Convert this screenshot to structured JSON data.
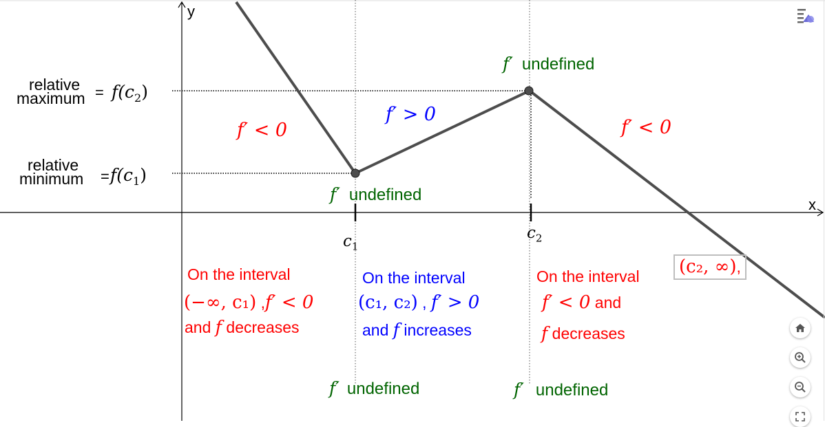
{
  "axes": {
    "x_label": "x",
    "y_label": "y"
  },
  "ticks": {
    "c1": "c",
    "c1_sub": "1",
    "c2": "c",
    "c2_sub": "2"
  },
  "left_labels": {
    "max_line1": "relative",
    "max_line2": "maximum",
    "max_eq": "=",
    "max_func": "f(c",
    "max_sub": "2",
    "max_close": ")",
    "min_line1": "relative",
    "min_line2": "minimum",
    "min_eq": "=",
    "min_func": "f(c",
    "min_sub": "1",
    "min_close": ")"
  },
  "derivative_labels": {
    "left": "f′ < 0",
    "middle": "f′ > 0",
    "right": "f′ < 0"
  },
  "undefined_labels": {
    "fprime": "f′",
    "text": "undefined"
  },
  "intervals": {
    "left": {
      "line1": "On the interval",
      "interval": "(−∞, c₁)",
      "comma": " ,",
      "cond": "f′ < 0",
      "and": "and ",
      "f": "f",
      "verb": " decreases"
    },
    "middle": {
      "line1": "On the interval",
      "interval": "(c₁, c₂)",
      "comma": " , ",
      "cond": "f′ > 0",
      "and": "and ",
      "f": "f",
      "verb": " increases"
    },
    "right": {
      "line1": "On the interval",
      "interval": "(c₂, ∞)",
      "comma": ",",
      "cond": "f′ < 0",
      "and": " and",
      "f": "f",
      "verb": " decreases"
    }
  },
  "toolbar": {
    "menu_icon": "style-bar-toggle-icon",
    "home": "home-icon",
    "zoom_in": "zoom-in-icon",
    "zoom_out": "zoom-out-icon",
    "fullscreen": "fullscreen-icon"
  },
  "colors": {
    "red": "#ff0000",
    "blue": "#0000ff",
    "green": "#006400",
    "curve": "#4d4d4d"
  }
}
